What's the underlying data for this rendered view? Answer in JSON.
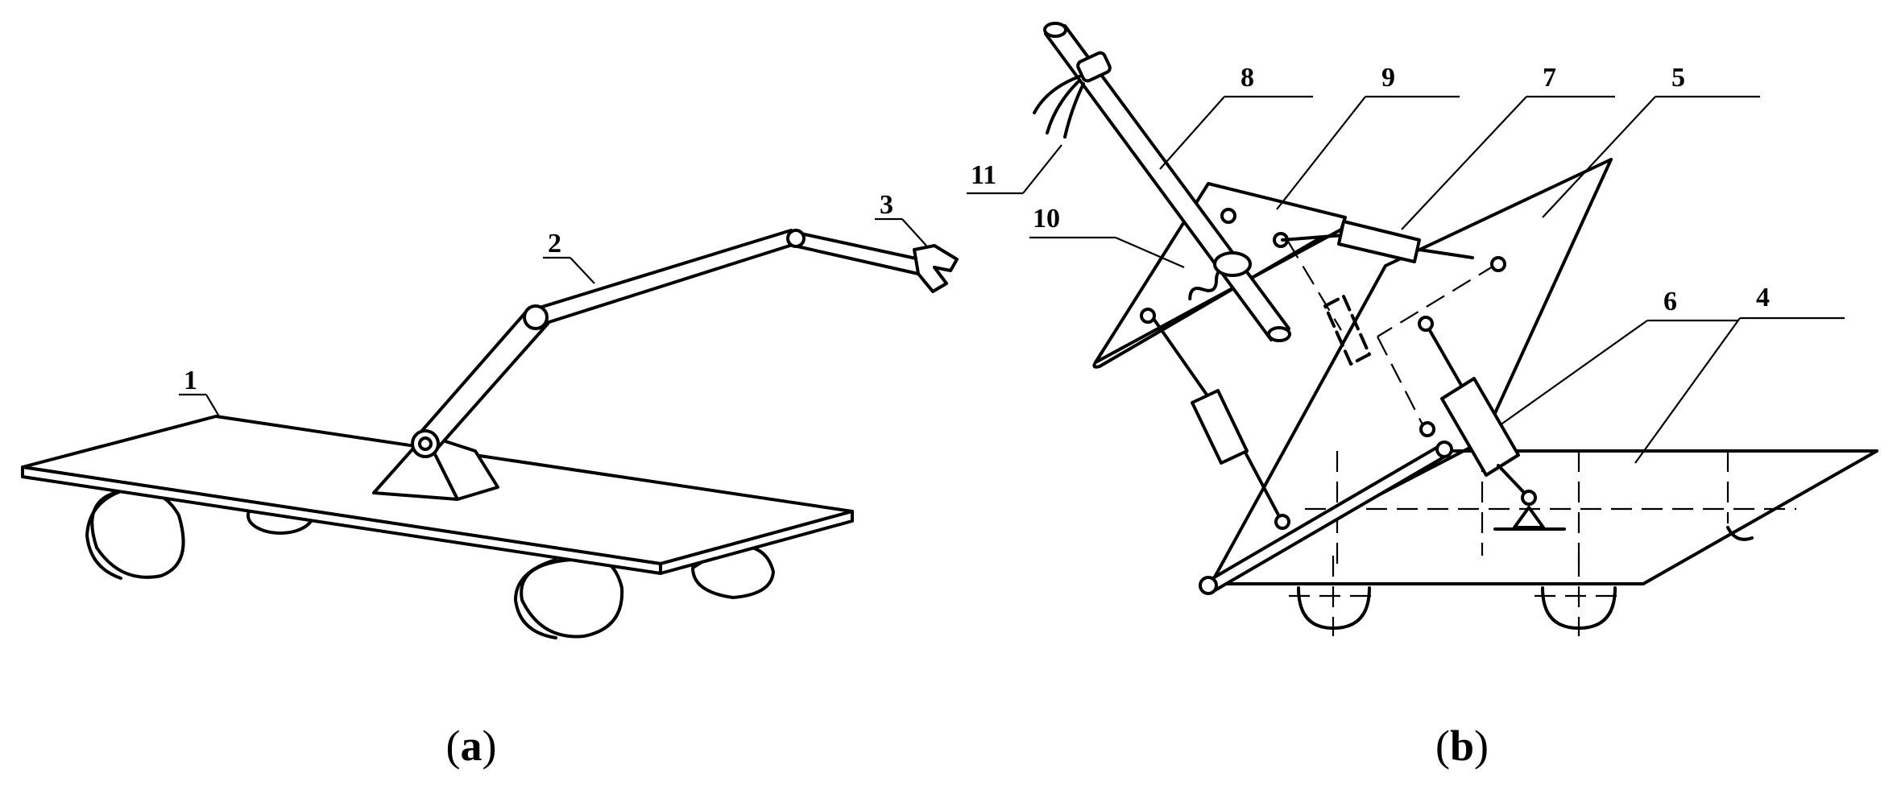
{
  "panels": [
    {
      "id": "a",
      "caption": "a",
      "callouts": {
        "platform": "1",
        "arm": "2",
        "gripper": "3"
      }
    },
    {
      "id": "b",
      "caption": "b",
      "callouts": {
        "base": "4",
        "tilt-plate": "5",
        "lift-cylinder": "6",
        "cylinder-7": "7",
        "handle-rod": "8",
        "upper-plate": "9",
        "spring": "10",
        "grip-handle": "11"
      }
    }
  ]
}
